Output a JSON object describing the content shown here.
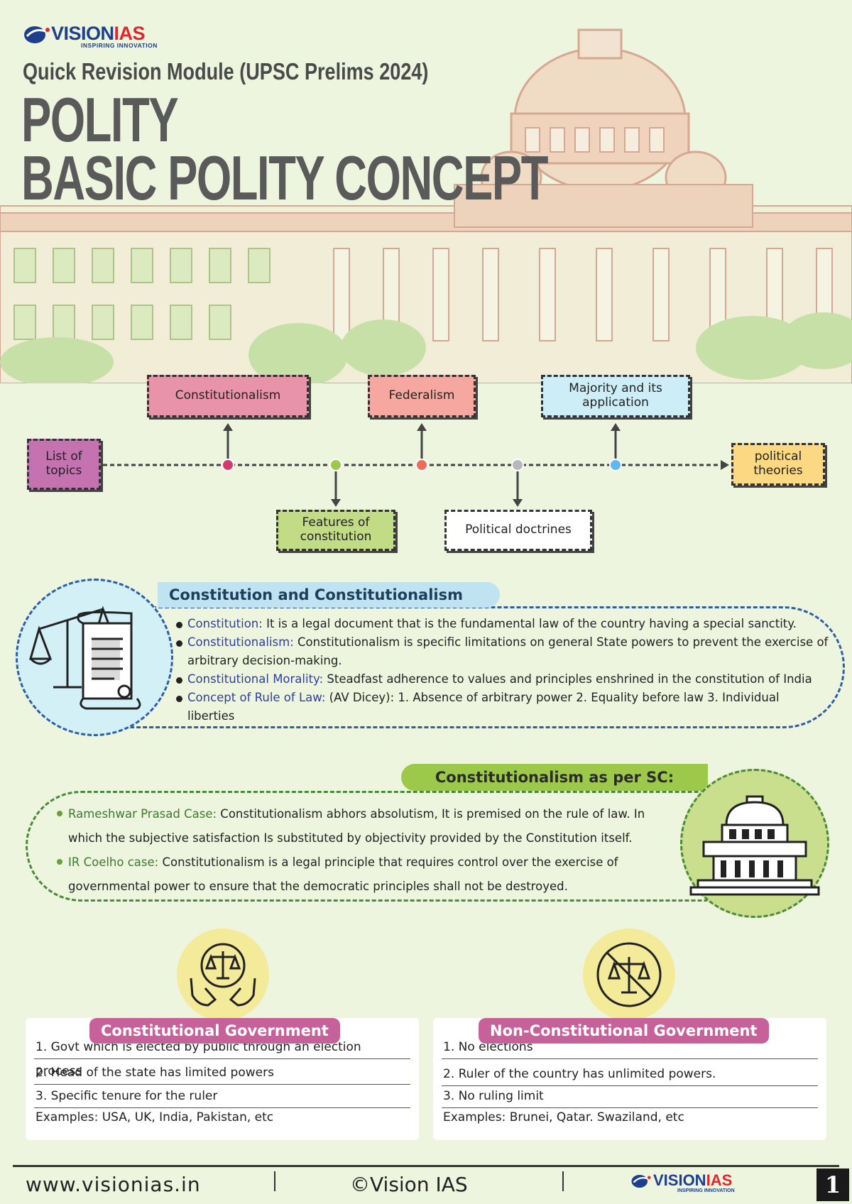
{
  "brand": {
    "name_main": "VISION",
    "name_accent": "IAS",
    "tagline": "INSPIRING INNOVATION"
  },
  "header": {
    "subtitle": "Quick Revision Module  (UPSC Prelims 2024)",
    "title_line1": "POLITY",
    "title_line2": "BASIC POLITY CONCEPT"
  },
  "topics": {
    "start": "List of topics",
    "end": "political theories",
    "above": [
      {
        "label": "Constitutionalism",
        "color": "#e993a8"
      },
      {
        "label": "Federalism",
        "color": "#f5a7a0"
      },
      {
        "label": "Majority and its application",
        "color": "#cdeef6"
      }
    ],
    "below": [
      {
        "label": "Features of constitution",
        "color": "#c2dc86"
      },
      {
        "label": "Political doctrines",
        "color": "#ffffff"
      }
    ],
    "start_color": "#c573b0",
    "end_color": "#fbd983"
  },
  "constitution_section": {
    "heading": "Constitution and Constitutionalism",
    "items": [
      {
        "key": "Constitution:",
        "text": " It is a legal document that is the fundamental law of the country having a special sanctity."
      },
      {
        "key": "Constitutionalism:",
        "text": " Constitutionalism is specific limitations on general State powers to prevent the exercise of arbitrary decision-making."
      },
      {
        "key": "Constitutional Morality:",
        "text": " Steadfast adherence to values and principles enshrined in the constitution of India"
      },
      {
        "key": "Concept of Rule of Law:",
        "text": " (AV Dicey): 1. Absence of arbitrary power 2. Equality before law 3. Individual liberties"
      }
    ]
  },
  "sc_section": {
    "heading": "Constitutionalism as per SC:",
    "items": [
      {
        "key": "Rameshwar Prasad Case:",
        "text": " Constitutionalism abhors absolutism, It is premised on the rule of law. In which the subjective satisfaction Is substituted by objectivity provided by the Constitution itself."
      },
      {
        "key": "IR Coelho case:",
        "text": " Constitutionalism is a legal principle that requires control over the exercise of governmental power to ensure that the democratic principles shall not be destroyed."
      }
    ]
  },
  "gov_comparison": {
    "constitutional": {
      "title": "Constitutional Government",
      "rows": [
        "1. Govt which is elected by public through an election process",
        "2. Head of the state has limited powers",
        "3. Specific tenure for the ruler",
        "Examples: USA, UK, India, Pakistan, etc"
      ]
    },
    "non_constitutional": {
      "title": "Non-Constitutional Government",
      "rows": [
        "1. No elections",
        "2. Ruler of the country has unlimited powers.",
        "3. No ruling limit",
        "Examples: Brunei, Qatar. Swaziland, etc"
      ]
    }
  },
  "footer": {
    "url": "www.visionias.in",
    "copyright": "©Vision IAS",
    "page": "1"
  },
  "icons": [
    "vision-logo-icon",
    "scales-scroll-icon",
    "supreme-court-icon",
    "scales-hands-icon",
    "no-scales-icon"
  ]
}
